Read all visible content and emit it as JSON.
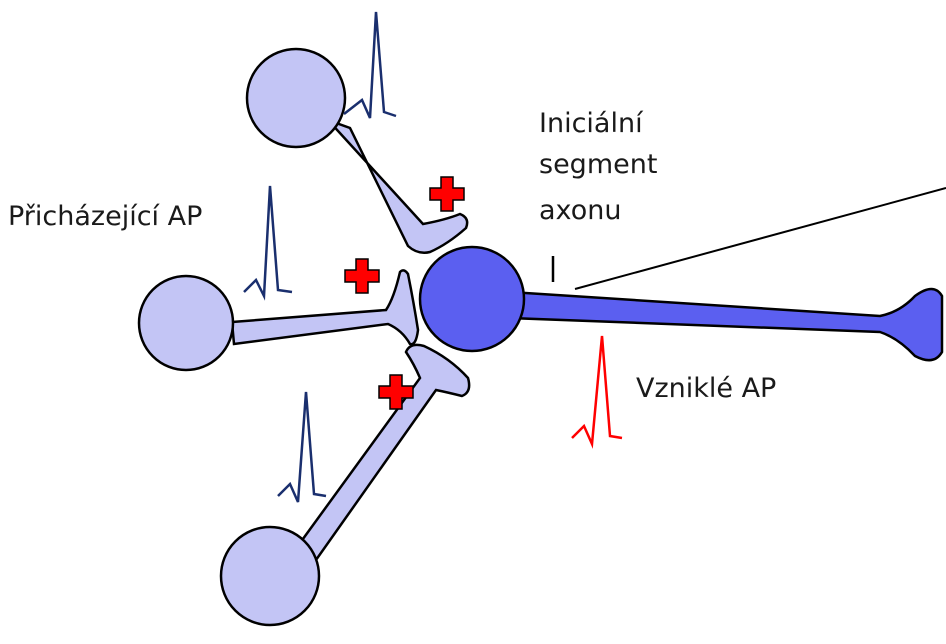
{
  "labels": {
    "incoming_ap": "Přicházející AP",
    "initial_segment": [
      "Iniciální",
      "segment",
      "axonu"
    ],
    "resulting_ap": "Vzniklé AP"
  },
  "colors": {
    "presynaptic_fill": "#c3c5f5",
    "postsynaptic_fill": "#5b5ff0",
    "outline": "#000000",
    "incoming_spike": "#1a2f6e",
    "resulting_spike": "#ff0000",
    "plus_sign": "#ff0000"
  },
  "icons": {
    "excitatory_marker": "plus-sign-icon"
  }
}
